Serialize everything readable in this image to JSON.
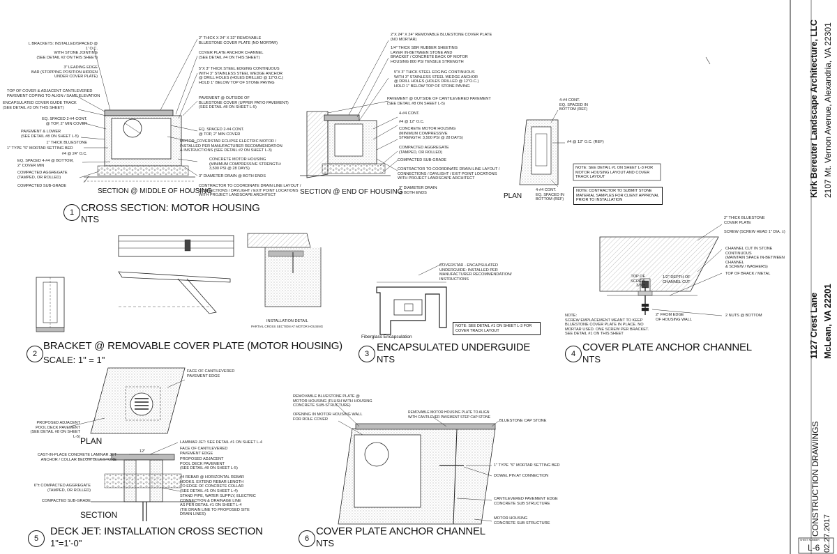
{
  "sheet": {
    "firm": "Kirk Bereuter Landscape Architecture, LLC",
    "firm_address": "2107 Mt. Vernon Avenue, Alexandria, VA 22301",
    "project_street": "1127 Crest Lane",
    "project_city": "McLean, VA 22201",
    "drawing_type": "CONSTRUCTION DRAWINGS",
    "date": "02.27.2017",
    "sheet_label": "SHEET NUMBER",
    "sheet_number": "L-6"
  },
  "detail1": {
    "number": "1",
    "title": "CROSS SECTION: MOTOR HOUSING",
    "scale": "NTS",
    "sub_left": "SECTION @ MIDDLE OF HOUSING",
    "sub_mid": "SECTION @ END OF HOUSING",
    "sub_plan": "PLAN",
    "left_notes": [
      "L BRACKETS: INSTALLED/SPACED @ 1' O.C.\nWITH STONE JOINTING\n(SEE DETAIL #2 ON THIS SHEET)",
      "3\" LEADING EDGE\nBAR (STOPPING POSITION HIDDEN\nUNDER COVER PLATE)",
      "TOP OF COVER & ADJACENT CANTILEVERED\nPAVEMENT COPING TO ALIGN / SAME ELEVATION",
      "ENCAPSULATED COVER GUIDE TRACK\n(SEE DETAIL #3 ON THIS SHEET)",
      "EQ. SPACED 2-#4 CONT.\n@ TOP, 2\" MIN COVER",
      "PAVEMENT & LOWER\n(SEE DETAIL #8 ON SHEET L-5)",
      "1\" THICK BLUESTONE",
      "1\" TYPE \"S\" MORTAR SETTING BED",
      "#4 @ 24\" O.C.",
      "EQ. SPACED 4-#4 @ BOTTOM,\n2\" COVER MIN",
      "COMPACTED AGGREGATE\n(TAMPED, OR ROLLED)",
      "COMPACTED SUB-GRADE"
    ],
    "center_notes": [
      "2\" THICK x 24\" x 32\" REMOVABLE\nBLUESTONE COVER PLATE (NO MORTAR)",
      "COVER PLATE ANCHOR CHANNEL\n(SEE DETAIL #4 ON THIS SHEET)",
      "5\"x 3\" THICK STEEL EDGING CONTINUOUS\nWITH 3\" STAINLESS STEEL WEDGE ANCHOR\n@ DRILL HOLES (HOLES DRILLED @ 12\"O.C.)\nHOLD 1\" BELOW TOP OF STONE PAVING",
      "PAVEMENT @ OUTSIDE OF\nBLUESTONE COVER (UPPER PATIO PAVEMENT)\n(SEE DETAIL #8 ON SHEET L-5)",
      "EQ. SPACED 2-#4 CONT.\n@ TOP, 2\" MIN COVER",
      "MOTOR: COVERSTAR ECLIPSE ELECTRIC MOTOR /\nINSTALLED PER MANUFACTURER RECOMMENDATION\n& INSTRUCTIONS (SEE DETAIL #2 ON SHEET L-3)",
      "CONCRETE MOTOR HOUSING\n(MINIMUM COMPRESSIVE STRENGTH:\n3,500 PSI @ 28 DAYS)",
      "3\" DIAMETER DRAIN @ BOTH ENDS",
      "CONTRACTOR TO COORDINATE DRAIN LINE LAYOUT /\nCONNECTIONS / DAYLIGHT / EXIT POINT LOCATIONS\nWITH PROJECT LANDSCAPE ARCHITECT"
    ],
    "right_notes": [
      "2\"x 24\" x 24\" REMOVABLE BLUESTONE COVER PLATE\n(NO MORTAR)",
      "1/4\" THICK SBR RUBBER SHEETING\nLAYER IN-BETWEEN STONE AND\nBRACKET / CONCRETE BACK OF MOTOR\nHOUSING 800 PSI TENSILE STRENGTH",
      "5\"x 3\" THICK STEEL EDGING CONTINUOUS\nWITH 3\" STAINLESS STEEL WEDGE ANCHOR\n@ DRILL HOLES (HOLES DRILLED @ 12\"O.C.)\nHOLD 1\" BELOW TOP OF STONE PAVING",
      "PAVEMENT @ OUTSIDE OF CANTILEVERED PAVEMENT\n(SEE DETAIL #8 ON SHEET L-5)",
      "4-#4 CONT.",
      "#4 @ 12\" O.C.",
      "CONCRETE MOTOR HOUSING\n(MINIMUM COMPRESSIVE\nSTRENGTH: 3,500 PSI @ 28 DAYS)",
      "COMPACTED AGGREGATE\n(TAMPED, OR ROLLED)",
      "COMPACTED SUB-GRADE",
      "CONTRACTOR TO COORDINATE DRAIN LINE LAYOUT /\nCONNECTIONS / DAYLIGHT / EXIT POINT LOCATIONS\nWITH PROJECT LANDSCAPE ARCHITECT",
      "3\" DIAMETER DRAIN\n@ BOTH ENDS"
    ],
    "plan_notes": [
      "4-#4 CONT.\nEQ. SPACED IN\nBOTTOM (REF)",
      "#4 @ 12\" O.C. (REF)",
      "4-#4 CONT.\nEQ. SPACED IN\nBOTTOM (REF)"
    ],
    "box_note_1": "NOTE: SEE DETAIL #1 ON SHEET L-3 FOR\nMOTOR HOUSING LAYOUT AND COVER\nTRACK LAYOUT",
    "box_note_2": "NOTE: CONTRACTOR TO SUBMIT STONE\nMATERIAL SAMPLES FOR CLIENT APPROVAL\nPRIOR TO INSTALLATION"
  },
  "detail2": {
    "number": "2",
    "title": "BRACKET @ REMOVABLE COVER PLATE (MOTOR HOUSING)",
    "scale": "SCALE: 1\" = 1\"",
    "install_detail": "INSTALLATION DETAIL",
    "install_sub": "PARTIAL CROSS SECTION AT MOTOR HOUSING"
  },
  "detail3": {
    "number": "3",
    "title": "ENCAPSULATED UNDERGUIDE",
    "scale": "NTS",
    "note": "COVERSTAR - ENCAPSULATED\nUNDERGUIDE: INSTALLED PER\nMANUFACTURER RECOMMENDATION/\nINSTRUCTIONS",
    "box_note": "NOTE: SEE DETAIL #1 ON SHEET L-3 FOR\nCOVER TRACK LAYOUT",
    "caption": "Fiberglass Encapsulation"
  },
  "detail4": {
    "number": "4",
    "title": "COVER PLATE ANCHOR CHANNEL",
    "scale": "NTS",
    "notes": [
      "2\" THICK BLUESTONE\nCOVER PLATE",
      "SCREW (SCREW HEAD 1\" DIA. ±)",
      "CHANNEL CUT IN STONE CONTINUOUS\n(MAINTAIN SPACE IN-BETWEEN CHANNEL\n& SCREW / WASHERS)",
      "TOP OF BRACK / METAL",
      "TOP OF SCREW\n3/8\"±",
      "1/2\" DEPTH OF\nCHANNEL CUT",
      "2\" FROM EDGE\nOF HOUSING WALL",
      "2 NUTS @ BOTTOM"
    ],
    "note_block": "NOTE:\nSCREW EMPLACEMENT MEANT TO KEEP\nBLUESTONE COVER PLATE IN PLACE. NO\nMORTAR USED. ONE SCREW PER BRACKET.\nSEE DETAIL #1 ON THIS SHEET"
  },
  "detail5": {
    "number": "5",
    "title": "DECK JET: INSTALLATION CROSS SECTION",
    "scale": "1\"=1'-0\"",
    "sub_plan": "PLAN",
    "sub_section": "SECTION",
    "notes": [
      "FACE OF CANTILEVERED\nPAVEMENT EDGE",
      "PROPOSED ADJACENT\nPOOL DECK PAVEMENT\n(SEE DETAIL #8 ON SHEET L-5)",
      "LAMINAR JET: SEE DETAIL #1 ON SHEET L-4",
      "FACE OF CANTILEVERED\nPAVEMENT EDGE",
      "CAST-IN-PLACE CONCRETE LAMINAR JET\nANCHOR / COLLAR BELOW BLUESTONE",
      "PROPOSED ADJACENT\nPOOL DECK PAVEMENT\n(SEE DETAIL #8 ON SHEET L-5)",
      "#4 REBAR @ HORIZONTAL REBAR\nHOOKS. EXTEND REBAR LENGTH\nTO EDGE OF CONCRETE COLLAR\n(SEE DETAIL #1 ON SHEET L-4)",
      "6\"± COMPACTED AGGREGATE\n(TAMPED, OR ROLLED)",
      "COMPACTED SUB-GRADE",
      "STAND PIPE, WATER SUPPLY, ELECTRIC\nCONNECTION & DRAINAGE LINE\nAS PER DETAIL #1 ON SHEET L-4\n(TIE DRAIN LINE TO PROPOSED SITE\nDRAIN LINES)"
    ],
    "dim": "12\""
  },
  "detail6": {
    "number": "6",
    "title": "COVER PLATE ANCHOR CHANNEL",
    "scale": "NTS",
    "notes": [
      "REMOVABLE BLUESTONE PLATE @\nMOTOR HOUSING (FLUSH WITH HOUSING\nCONCRETE SUB-STRUCTURE)",
      "OPENING IN MOTOR HOUSING WALL\nFOR ROLE COVER",
      "REMOVABLE MOTOR HOUSING PLATE TO ALIGN\nWITH CANTILEVER PAVEMENT STEP CAP STONE",
      "BLUESTONE CAP STONE",
      "1\" TYPE \"S\" MORTAR SETTING BED",
      "DOWEL PIN AT CONNECTION",
      "CANTILEVERED PAVEMENT EDGE\nCONCRETE SUB STRUCTURE",
      "MOTOR HOUSING\nCONCRETE SUB STRUCTURE"
    ]
  }
}
